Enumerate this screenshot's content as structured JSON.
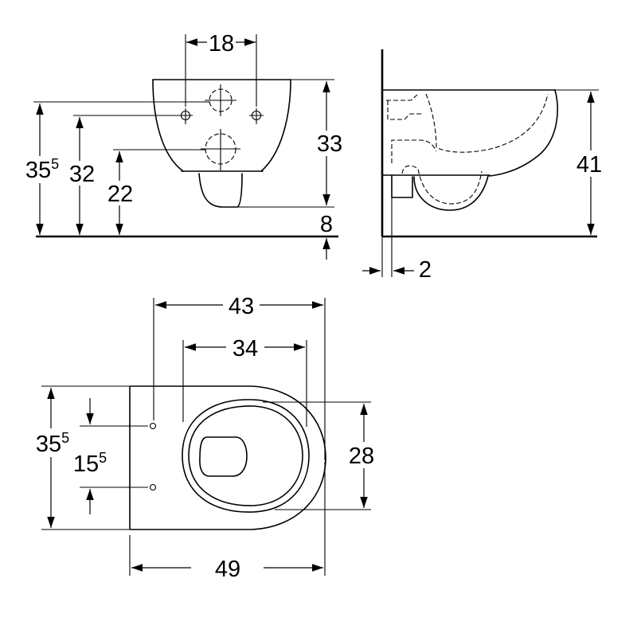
{
  "colors": {
    "line": "#000000",
    "background": "#ffffff"
  },
  "front_view": {
    "dim_18": "18",
    "dim_33": "33",
    "dim_8": "8",
    "dim_35_5": {
      "main": "35",
      "sup": "5"
    },
    "dim_32": "32",
    "dim_22": "22"
  },
  "side_view": {
    "dim_41": "41",
    "dim_2": "2"
  },
  "plan_view": {
    "dim_43": "43",
    "dim_34": "34",
    "dim_28": "28",
    "dim_35_5": {
      "main": "35",
      "sup": "5"
    },
    "dim_15_5": {
      "main": "15",
      "sup": "5"
    },
    "dim_49": "49"
  }
}
